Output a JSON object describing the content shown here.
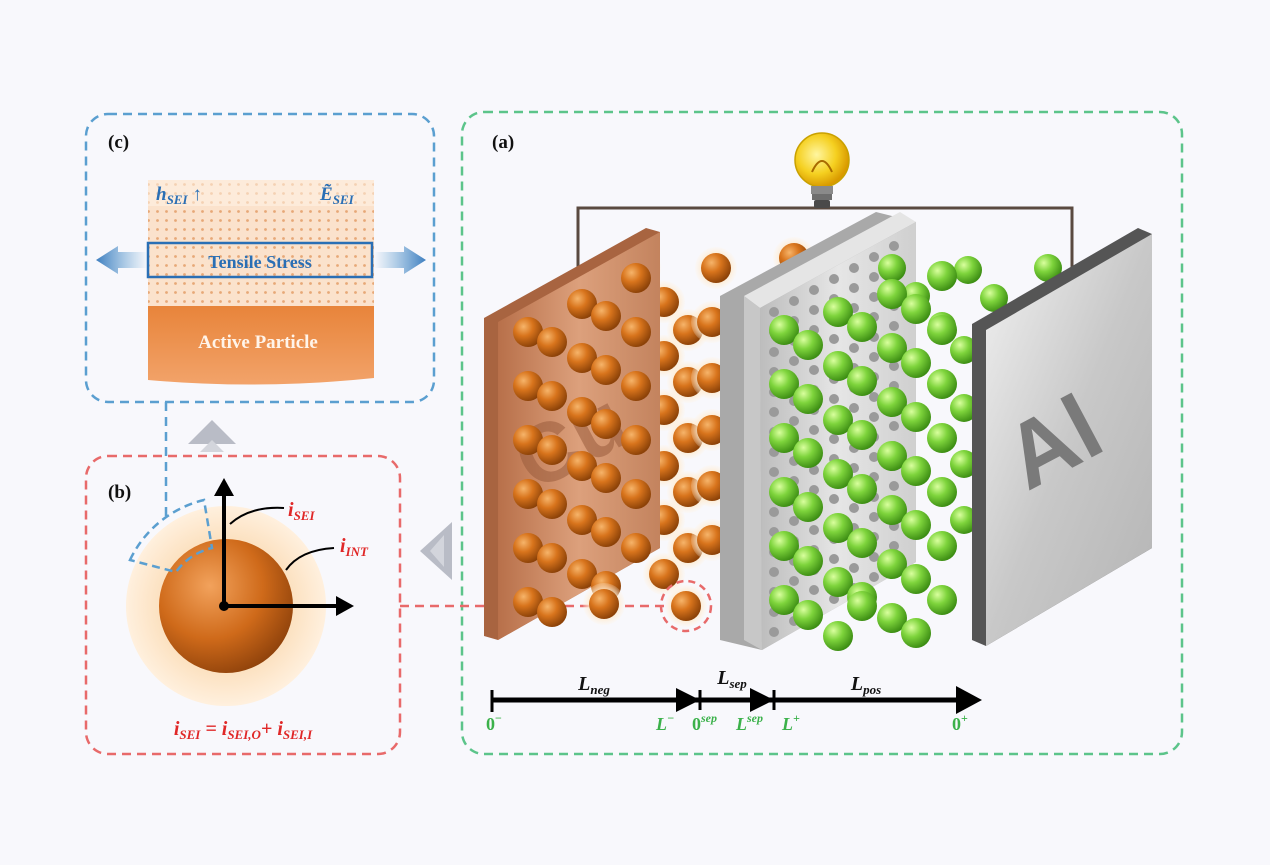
{
  "panels": {
    "a": "(a)",
    "b": "(b)",
    "c": "(c)"
  },
  "panel_c": {
    "h_base": "h",
    "h_sub": "SEI",
    "h_arrow": "↑",
    "e_base": "Ẽ",
    "e_sub": "SEI",
    "tensile_stress": "Tensile Stress",
    "active_particle": "Active Particle"
  },
  "panel_b": {
    "i_sei_base": "i",
    "i_sei_sub": "SEI",
    "i_int_base": "i",
    "i_int_sub": "INT",
    "eq_lhs_base": "i",
    "eq_lhs_sub": "SEI",
    "eq_equals": " = ",
    "eq_t1_base": "i",
    "eq_t1_sub": "SEI,O",
    "eq_plus": "+ ",
    "eq_t2_base": "i",
    "eq_t2_sub": "SEI,I"
  },
  "panel_a": {
    "cu_label": "Cu",
    "al_label": "Al",
    "l_neg_base": "L",
    "l_neg_sub": "neg",
    "l_sep_base": "L",
    "l_sep_sub": "sep",
    "l_pos_base": "L",
    "l_pos_sub": "pos",
    "t0_base": "0",
    "t0_sup": "−",
    "t1_base": "L",
    "t1_sup": "−",
    "t2_base": "0",
    "t2_sup": "sep",
    "t3_base": "L",
    "t3_sup": "sep",
    "t4_base": "L",
    "t4_sup": "+",
    "t5_base": "0",
    "t5_sup": "+"
  },
  "colors": {
    "panel_a_border": "#5cc48a",
    "panel_b_border": "#e86a6a",
    "panel_c_border": "#5b9fd0",
    "copper": "#c98a5e",
    "orange_particle": "#d7731a",
    "green_particle": "#7ed43c",
    "label_blue": "#2a6fb5",
    "label_red": "#e02828",
    "label_green": "#3bb14a"
  }
}
